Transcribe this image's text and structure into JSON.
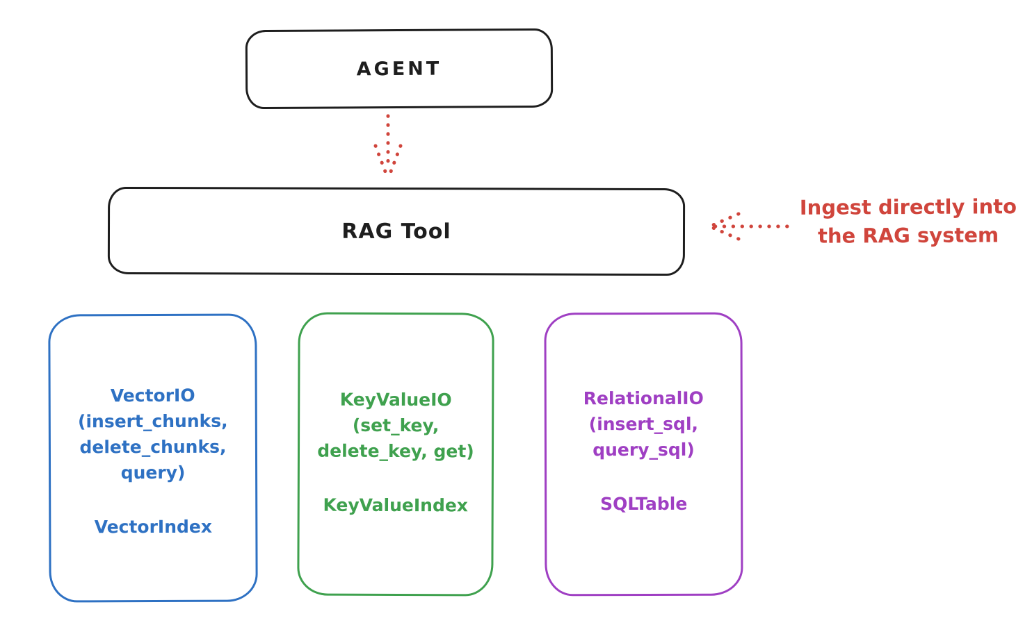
{
  "colors": {
    "ink": "#1e1e1e",
    "red": "#d0453c",
    "blue": "#2e71c3",
    "green": "#3fa14e",
    "purple": "#9f3fc3"
  },
  "nodes": {
    "agent": {
      "label": "AGENT"
    },
    "rag_tool": {
      "label": "RAG Tool"
    }
  },
  "arrows": {
    "agent_to_rag_tool": "dotted-red-down-arrow",
    "ingest_into_rag": "dotted-red-left-arrow"
  },
  "annotation": {
    "line1": "Ingest directly into",
    "line2": "the RAG system"
  },
  "io_boxes": [
    {
      "id": "vector-io",
      "color_name": "blue",
      "lines": [
        "VectorIO",
        "(insert_chunks,",
        "delete_chunks,",
        "query)"
      ],
      "index_label": "VectorIndex"
    },
    {
      "id": "keyvalue-io",
      "color_name": "green",
      "lines": [
        "KeyValueIO",
        "(set_key,",
        "delete_key, get)"
      ],
      "index_label": "KeyValueIndex"
    },
    {
      "id": "relational-io",
      "color_name": "purple",
      "lines": [
        "RelationalIO",
        "(insert_sql,",
        "query_sql)"
      ],
      "index_label": "SQLTable"
    }
  ]
}
